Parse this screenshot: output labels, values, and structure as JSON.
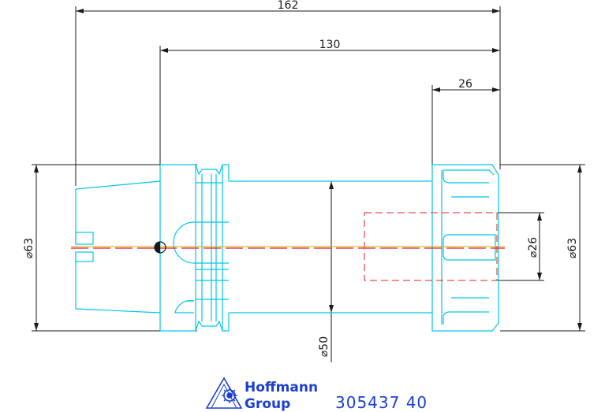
{
  "drawing": {
    "dimensions": {
      "overall_length": "162",
      "gauge_length": "130",
      "nut_length": "26",
      "flange_diameter": "⌀63",
      "nut_diameter": "⌀63",
      "body_diameter": "⌀50",
      "clamping_diameter": "⌀26"
    },
    "colors": {
      "outline": "#00c8e6",
      "dimension": "#1a1a1a",
      "hidden": "#e02020",
      "centerline": "#e0a000",
      "brand": "#1a3fd0"
    }
  },
  "title_block": {
    "brand_line1": "Hoffmann",
    "brand_line2": "Group",
    "part_number": "305437  40",
    "logo_icon": "hoffmann-logo-icon"
  }
}
